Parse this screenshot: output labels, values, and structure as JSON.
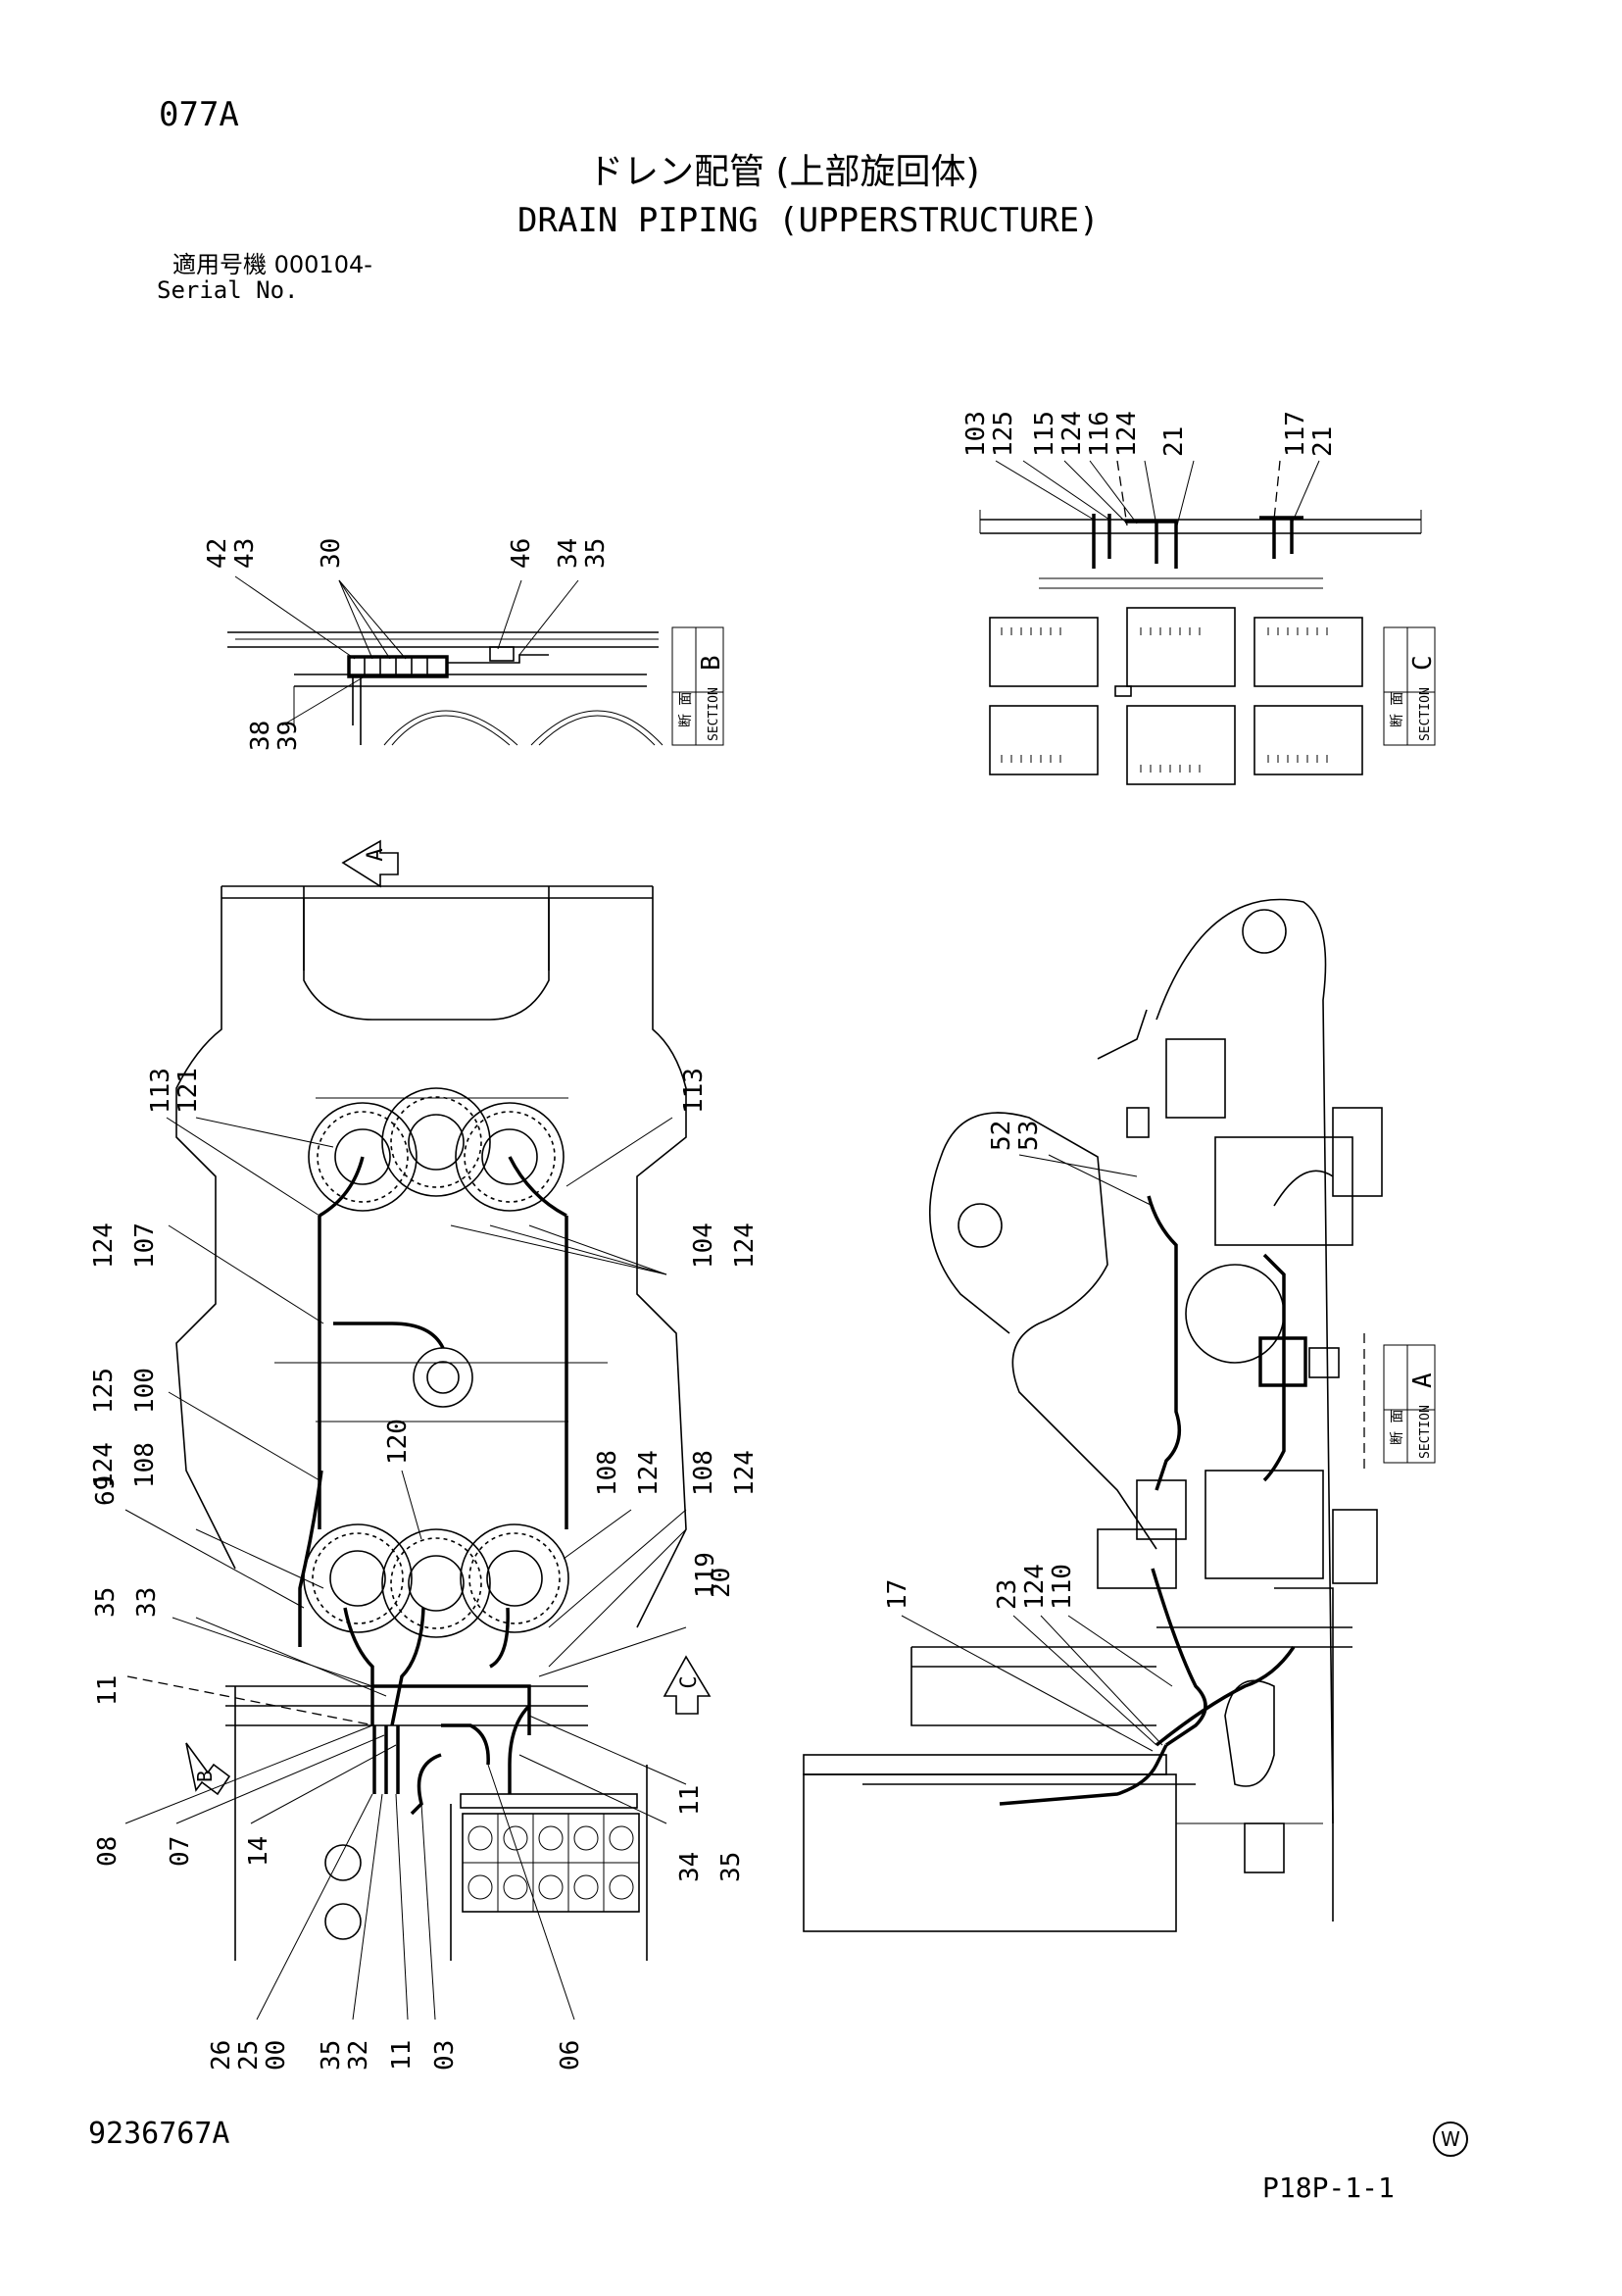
{
  "header": {
    "page_code": "077A",
    "title_jp": "ドレン配管 (上部旋回体)",
    "title_en": "DRAIN PIPING (UPPERSTRUCTURE)",
    "serial_jp": "適用号機 000104-",
    "serial_en": "Serial No."
  },
  "footer": {
    "doc_number": "9236767A",
    "watermark_symbol": "W",
    "page_ref": "P18P-1-1"
  },
  "sections": {
    "b": {
      "kanji": "断 面",
      "word": "SECTION",
      "letter": "B"
    },
    "c": {
      "kanji": "断 面",
      "word": "SECTION",
      "letter": "C"
    },
    "a": {
      "kanji": "断 面",
      "word": "SECTION",
      "letter": "A"
    }
  },
  "view_arrows": {
    "a": "A",
    "b": "B",
    "c": "C"
  },
  "callouts": {
    "sec_b_top": [
      "42",
      "43",
      "30",
      "46",
      "34",
      "35"
    ],
    "sec_b_bottom": [
      "38",
      "39"
    ],
    "sec_c_top": [
      "103",
      "125",
      "115",
      "124",
      "116",
      "124",
      "21",
      "117",
      "21"
    ],
    "side_view": [
      "52",
      "53",
      "17",
      "23",
      "124",
      "110"
    ],
    "plan_upper": [
      "113",
      "121",
      "113"
    ],
    "plan_left": [
      "124",
      "107",
      "125",
      "100",
      "124",
      "108",
      "69",
      "35",
      "33",
      "11"
    ],
    "plan_mid": [
      "120"
    ],
    "plan_right": [
      "104",
      "124",
      "108",
      "124",
      "108",
      "124",
      "119",
      "20"
    ],
    "plan_lower_left": [
      "08",
      "07",
      "14"
    ],
    "plan_lower_right": [
      "11",
      "34",
      "35"
    ],
    "plan_bottom": [
      "26",
      "25",
      "00",
      "35",
      "32",
      "11",
      "03",
      "06"
    ]
  }
}
